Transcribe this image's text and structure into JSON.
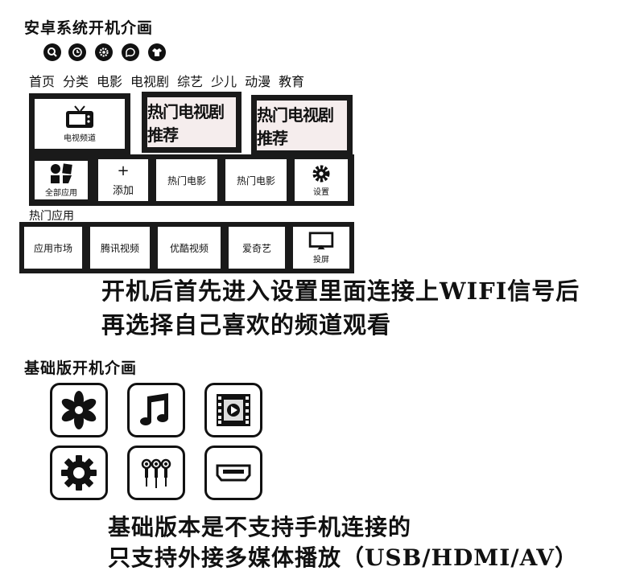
{
  "android_section": {
    "title": "安卓系统开机介画",
    "top_icons": [
      "search-icon",
      "clock-icon",
      "gear-icon",
      "message-icon",
      "shirt-icon"
    ],
    "nav": [
      "首页",
      "分类",
      "电影",
      "电视剧",
      "综艺",
      "少儿",
      "动漫",
      "教育"
    ],
    "tv_channel_label": "电视频道",
    "promo_1": "热门电视剧推荐",
    "promo_2": "热门电视剧推荐",
    "row2": {
      "all_apps": "全部应用",
      "add_symbol": "+",
      "add": "添加",
      "movie_1": "热门电影",
      "movie_2": "热门电影",
      "settings": "设置"
    },
    "hot_apps_title": "热门应用",
    "hot_apps": [
      "应用市场",
      "腾讯视频",
      "优酷视频",
      "爱奇艺"
    ],
    "cast": "投屏",
    "instruction_line1": "开机后首先进入设置里面连接上WIFI信号后",
    "instruction_line2": "再选择自己喜欢的频道观看"
  },
  "basic_section": {
    "title": "基础版开机介画",
    "icons": [
      "flower-icon",
      "music-note-icon",
      "video-film-icon",
      "settings-gear-icon",
      "av-cable-icon",
      "hdmi-port-icon"
    ],
    "note_line1": "基础版本是不支持手机连接的",
    "note_line2": "只支持外接多媒体播放（USB/HDMI/AV）"
  }
}
